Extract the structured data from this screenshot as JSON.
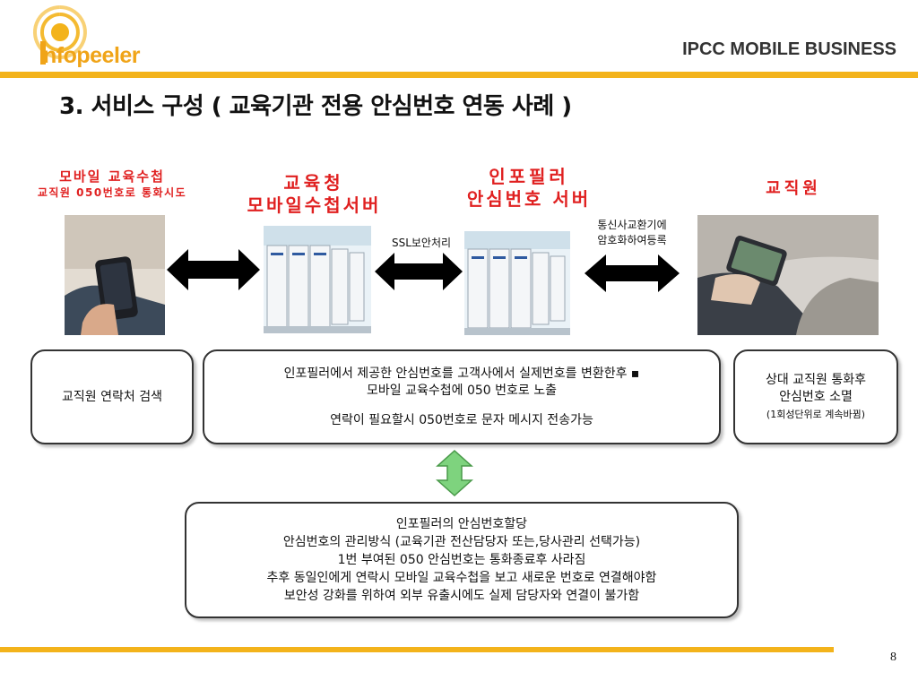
{
  "header": {
    "logo_text": "nfopeeler",
    "brand": "IPCC MOBILE BUSINESS"
  },
  "title": "3. 서비스 구성 ( 교육기관 전용 안심번호 연동 사례 )",
  "nodes": {
    "mobile": {
      "line1": "모바일 교육수첩",
      "line2": "교직원 050번호로 통화시도"
    },
    "server1": {
      "line1": "교육청",
      "line2": "모바일수첩서버"
    },
    "server2": {
      "line1": "인포필러",
      "line2": "안심번호 서버"
    },
    "staff": {
      "line1": "교직원"
    }
  },
  "arrow_labels": {
    "ssl": "SSL보안처리",
    "carrier_line1": "통신사교환기에",
    "carrier_line2": "암호화하여등록"
  },
  "boxes": {
    "left": "교직원 연락처 검색",
    "center_line1": "인포필러에서 제공한  안심번호를 고객사에서 실제번호를 변환한후 ",
    "center_bullet": "▪",
    "center_line2": "모바일 교육수첩에 050 번호로 노출",
    "center_line3": "연락이 필요할시 050번호로 문자 메시지 전송가능",
    "right_line1": "상대 교직원 통화후",
    "right_line2": "안심번호 소멸",
    "right_line3": "(1회성단위로 계속바뀜)",
    "bottom_lines": [
      "인포필러의 안심번호할당",
      "안심번호의 관리방식 (교육기관 전산담당자 또는,당사관리 선택가능)",
      "1번 부여된 050 안심번호는 통화종료후 사라짐",
      "추후 동일인에게 연락시 모바일 교육수첩을 보고 새로운 번호로 연결해야함",
      "보안성 강화를 위하여 외부 유출시에도 실제 담당자와 연결이 불가함"
    ]
  },
  "page_number": "8",
  "colors": {
    "accent_bar": "#f3b31b",
    "logo": "#f0a418",
    "label_red": "#e02020",
    "arrow_green": "#7ed37e"
  }
}
